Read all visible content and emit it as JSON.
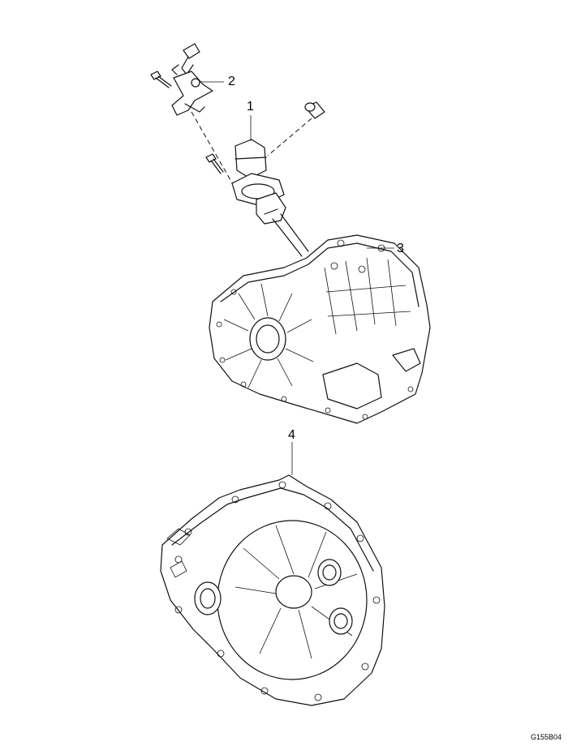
{
  "callouts": [
    {
      "label": "1"
    },
    {
      "label": "2"
    },
    {
      "label": "3"
    },
    {
      "label": "4"
    }
  ],
  "figure_code": "G155B04"
}
